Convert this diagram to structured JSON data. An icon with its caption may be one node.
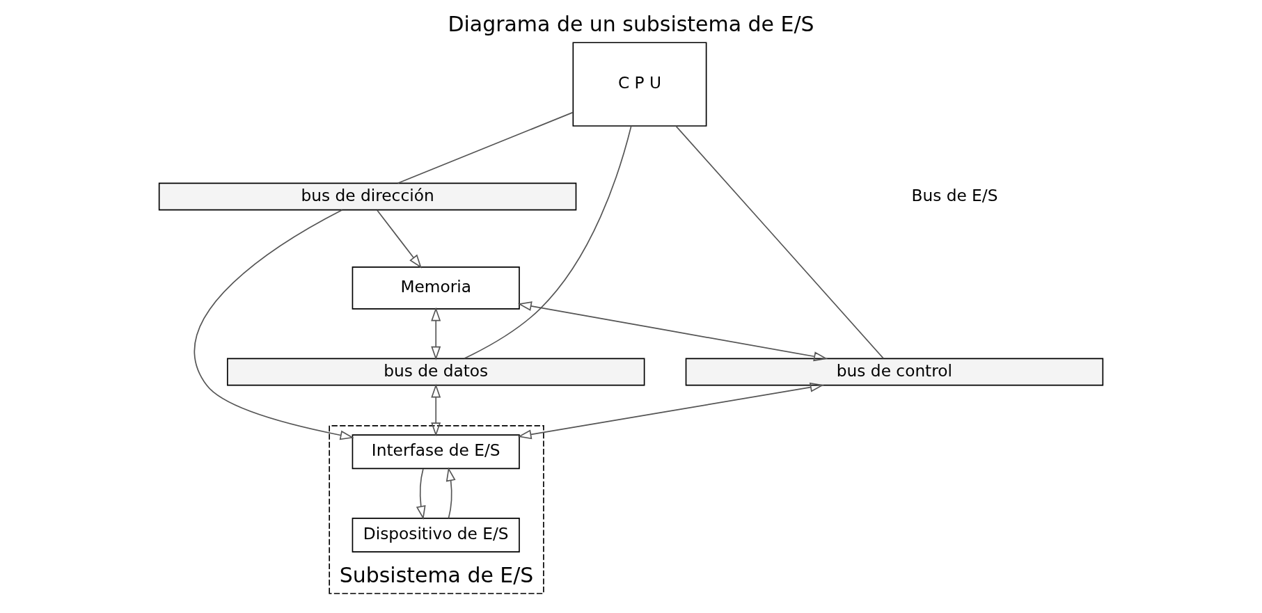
{
  "diagram": {
    "title": "Diagrama de un subsistema de E/S",
    "nodes": [
      {
        "text": [
          "C P U"
        ]
      },
      {
        "text": [
          "Memoria"
        ]
      },
      {
        "text": [
          "bus de dirección"
        ]
      },
      {
        "text": [
          "bus de datos"
        ]
      },
      {
        "text": [
          "bus de control"
        ]
      },
      {
        "text": [
          "Subsistema de E/S"
        ]
      },
      {
        "text": [
          "Interfase de E/S"
        ],
        "in": 5
      },
      {
        "text": [
          "Dispositivo de E/S"
        ],
        "in": 5
      }
    ],
    "edges": [
      {
        "from": 0,
        "to": 2,
        "arrow": "none"
      },
      {
        "from": 0,
        "to": 3,
        "arrow": "none"
      },
      {
        "from": 0,
        "to": 4,
        "arrow": "none"
      },
      {
        "from": 2,
        "to": 1,
        "arrow": "to"
      },
      {
        "from": 1,
        "to": 3,
        "arrow": "both"
      },
      {
        "from": 1,
        "to": 4,
        "arrow": "both"
      },
      {
        "from": 2,
        "to": 6,
        "arrow": "to"
      },
      {
        "from": 3,
        "to": 6,
        "arrow": "both"
      },
      {
        "from": 4,
        "to": 6,
        "arrow": "both"
      },
      {
        "from": 6,
        "to": 7,
        "arrow": "to"
      },
      {
        "from": 7,
        "to": 6,
        "arrow": "to"
      }
    ],
    "labels": [
      "Bus de E/S"
    ]
  }
}
